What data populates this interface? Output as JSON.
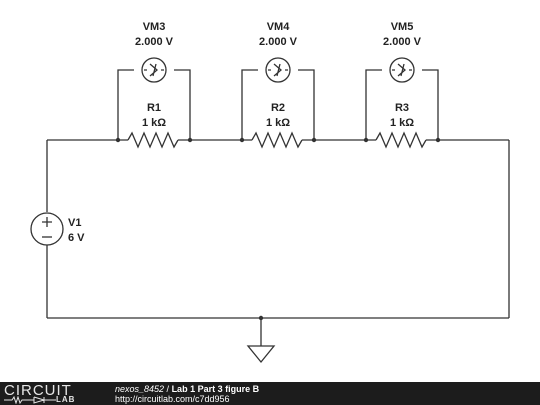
{
  "meters": [
    {
      "name": "VM3",
      "reading": "2.000 V"
    },
    {
      "name": "VM4",
      "reading": "2.000 V"
    },
    {
      "name": "VM5",
      "reading": "2.000 V"
    }
  ],
  "resistors": [
    {
      "name": "R1",
      "value": "1 kΩ"
    },
    {
      "name": "R2",
      "value": "1 kΩ"
    },
    {
      "name": "R3",
      "value": "1 kΩ"
    }
  ],
  "source": {
    "name": "V1",
    "value": "6 V"
  },
  "footer": {
    "logo_text": "CIRCUIT",
    "logo_sub": "LAB",
    "user": "nexos_8452",
    "separator": " / ",
    "title": "Lab 1 Part 3 figure B",
    "url": "http://circuitlab.com/c7dd956"
  },
  "colors": {
    "footer_bg": "#1c1c1c",
    "wire": "#333333"
  }
}
